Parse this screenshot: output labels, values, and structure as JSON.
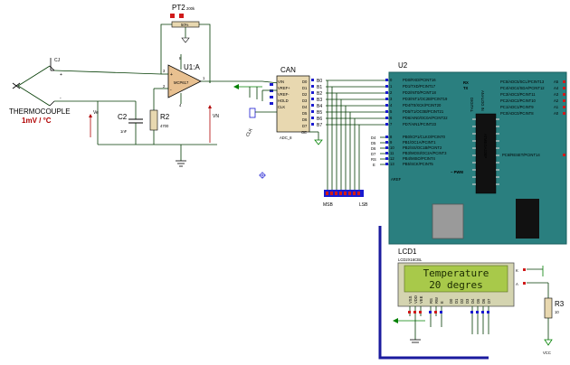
{
  "thermocouple": {
    "name": "THERMOCOUPLE",
    "scale": "1mV / °C",
    "cj": "CJ",
    "plus": "+",
    "minus": "-"
  },
  "pt2": {
    "ref": "PT2",
    "value": "200k",
    "body": "50%"
  },
  "opamp": {
    "ref": "U1:A",
    "part": "MCP617",
    "in_plus": "+",
    "in_minus": "-",
    "pin3": "3",
    "pin2": "2",
    "pin1": "1",
    "pin8": "8",
    "pin4": "4"
  },
  "c2": {
    "ref": "C2",
    "value": "1nF"
  },
  "r2": {
    "ref": "R2",
    "value": "4700"
  },
  "probes": {
    "ve": "Ve",
    "vn": "VN"
  },
  "adc": {
    "ref": "CAN",
    "part": "ADC_8",
    "clk": "CLK",
    "inputs": [
      "VIN",
      "VREF+",
      "VREF-",
      "HOLD",
      "CLK"
    ],
    "outputs": [
      "D0",
      "D1",
      "D2",
      "D3",
      "D4",
      "D5",
      "D6",
      "D7",
      "OE"
    ],
    "bits": [
      "B0",
      "B1",
      "B2",
      "B3",
      "B4",
      "B5",
      "B6",
      "B7"
    ],
    "msb": "MSB",
    "lsb": "LSB"
  },
  "u2": {
    "ref": "U2",
    "left_pins": [
      "PD0/RXD/PCINT16",
      "PD1/TXD/PCINT17",
      "PD2/INT0/PCINT18",
      "PD3/INT1/OC2B/PCINT19",
      "PD4/T0/XCK/PCINT20",
      "PD5/T1/OC0B/PCINT21",
      "PD6/AIN0/OC0A/PCINT22",
      "PD7/AIN1/PCINT23"
    ],
    "left_nums": [
      "0",
      "1",
      "2",
      "3",
      "4",
      "5",
      "6",
      "7"
    ],
    "left_pins2": [
      "PB0/ICP1/CLKO/PCINT0",
      "PB1/OC1A/PCINT1",
      "PB2/SS/OC1B/PCINT2",
      "PB3/MOSI/OC2A/PCINT3",
      "PB4/MISO/PCINT4",
      "PB5/SCK/PCINT5"
    ],
    "left_nums2": [
      "8",
      "9",
      "10",
      "11",
      "12",
      "13"
    ],
    "aref": "AREF",
    "right_pins": [
      "PC5/ADC5/SCL/PCINT13",
      "PC4/ADC4/SDA/PCINT12",
      "PC3/ADC3/PCINT11",
      "PC2/ADC2/PCINT10",
      "PC1/ADC1/PCINT9",
      "PC0/ADC0/PCINT8"
    ],
    "right_nums": [
      "A5",
      "A4",
      "A3",
      "A2",
      "A1",
      "A0"
    ],
    "reset": "PC6/RESET/PCINT14",
    "rx": "RX",
    "tx": "TX",
    "digital": "DIGITAL",
    "analog": "ANALOG IN",
    "pwm": "~ PWM",
    "chip": "ATMEGA328P"
  },
  "d_labels": {
    "top": [
      "D4",
      "D5",
      "D6",
      "D7",
      "RS",
      "E"
    ]
  },
  "lcd": {
    "ref": "LCD1",
    "part": "LCD2X16CBL",
    "line1": "Temperature",
    "line2": "20 degres",
    "pins": [
      "VSS",
      "VDD",
      "VEE",
      "RS",
      "RW",
      "E",
      "D0",
      "D1",
      "D2",
      "D3",
      "D4",
      "D5",
      "D6",
      "D7"
    ],
    "k": "K",
    "a": "A"
  },
  "r3": {
    "ref": "R3",
    "value": "10"
  },
  "vcc": {
    "label": "VCC"
  },
  "colors": {
    "green_board": "#2a7f7f",
    "lcd_screen": "#a8c94a",
    "lcd_text": "#1a2a00",
    "bus": "#1a1a9e",
    "opamp": "#e8c090",
    "adc": "#e8d8b0"
  }
}
